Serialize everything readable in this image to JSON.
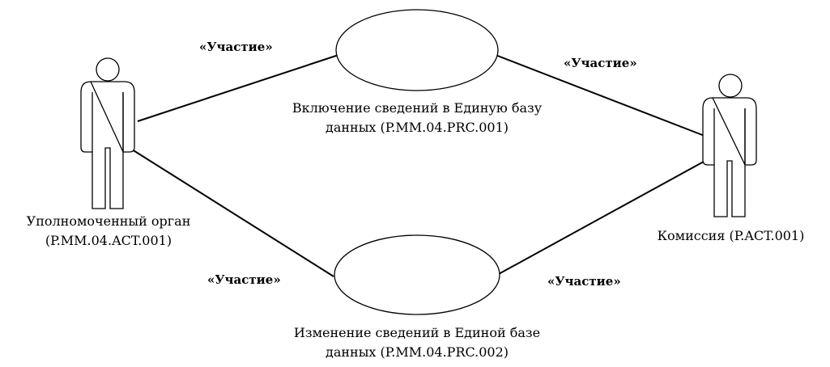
{
  "actors": [
    {
      "id": "authority",
      "name_line1": "Уполномоченный орган",
      "name_line2": "(P.MM.04.ACT.001)"
    },
    {
      "id": "commission",
      "name_line1": "Комиссия (P.ACT.001)",
      "name_line2": ""
    }
  ],
  "use_cases": [
    {
      "id": "uc1",
      "name_line1": "Включение сведений в Единую базу",
      "name_line2": "данных (P.MM.04.PRC.001)"
    },
    {
      "id": "uc2",
      "name_line1": "Изменение сведений в Единой базе",
      "name_line2": "данных (P.MM.04.PRC.002)"
    }
  ],
  "associations": [
    {
      "from": "authority",
      "to": "uc1",
      "stereotype": "«Участие»"
    },
    {
      "from": "uc1",
      "to": "commission",
      "stereotype": "«Участие»"
    },
    {
      "from": "authority",
      "to": "uc2",
      "stereotype": "«Участие»"
    },
    {
      "from": "uc2",
      "to": "commission",
      "stereotype": "«Участие»"
    }
  ]
}
